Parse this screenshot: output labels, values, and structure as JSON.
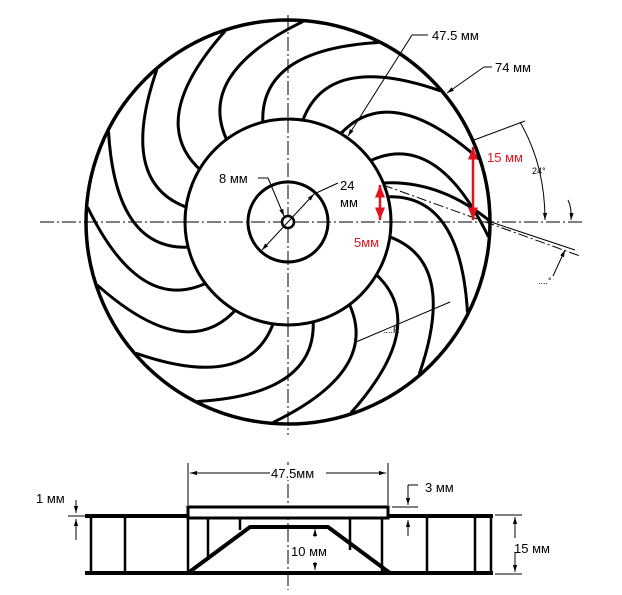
{
  "top_view": {
    "outer_diameter_label": "74 мм",
    "inner_diameter_label": "47.5 мм",
    "blade_height_label": "15 мм",
    "blade_inner_height_label": "5мм",
    "angle_label": "24°",
    "angle2_label": "....°",
    "radius_label": "....R",
    "hole_label": "8 мм",
    "hub_label_value": "24",
    "hub_label_unit": "мм",
    "blade_count": 16,
    "accent_color": "#e0141e"
  },
  "side_view": {
    "hub_width_label": "47.5мм",
    "hub_thickness_label": "3 мм",
    "plate_thickness_label": "1 мм",
    "cone_height_label": "10 мм",
    "total_height_label": "15 мм"
  }
}
